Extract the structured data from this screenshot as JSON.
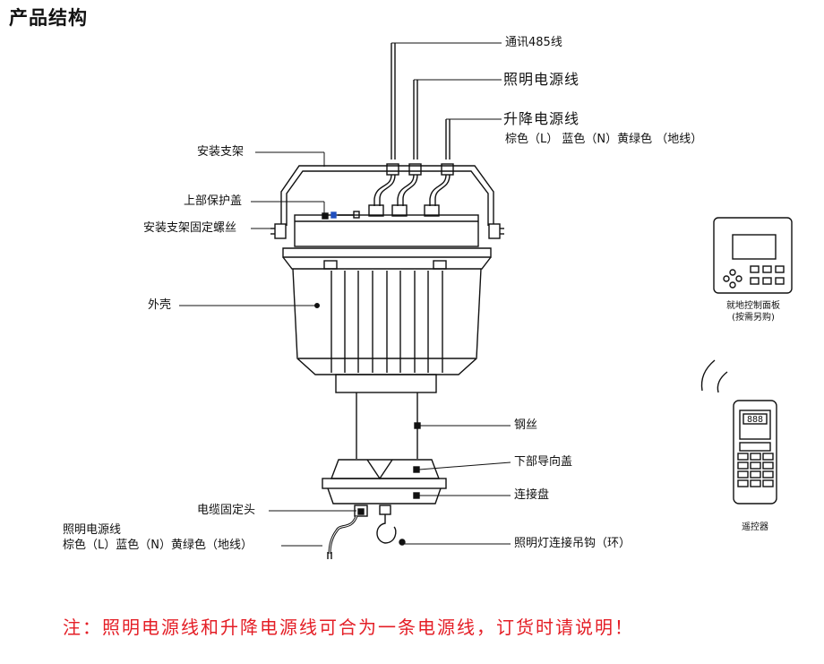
{
  "page": {
    "title": "产品结构"
  },
  "labels": {
    "comm_485": "通讯485线",
    "lighting_power_top": "照明电源线",
    "lift_power": "升降电源线",
    "lift_power_colors": "棕色（L） 蓝色（N）黄绿色 （地线）",
    "bracket": "安装支架",
    "top_cover": "上部保护盖",
    "bracket_screw": "安装支架固定螺丝",
    "housing": "外壳",
    "steel_wire": "钢丝",
    "lower_guide_cover": "下部导向盖",
    "connection_plate": "连接盘",
    "cable_fixing_head": "电缆固定头",
    "lighting_power_bottom": "照明电源线",
    "lighting_power_bottom_colors": "棕色（L）蓝色（N）黄绿色（地线）",
    "hook_ring": "照明灯连接吊钩（环）",
    "panel_line1": "就地控制面板",
    "panel_line2": "(按需另购)",
    "remote": "遥控器",
    "remote_display": "888"
  },
  "note": "注：照明电源线和升降电源线可合为一条电源线，订货时请说明！",
  "colors": {
    "note": "#e41e26",
    "line": "#111111",
    "accent_blue": "#1f4fbf"
  }
}
